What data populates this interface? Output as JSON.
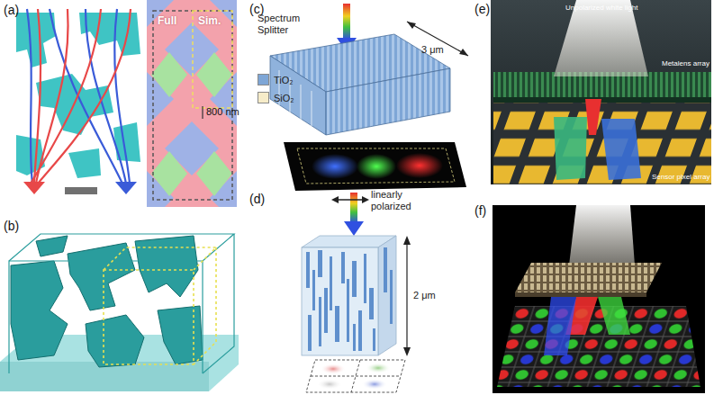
{
  "diagram": {
    "labels": [
      "(a)",
      "Full",
      "Sim.",
      "800 nm",
      "(b)",
      "(c)",
      "Spectrum Splitter",
      "3 μm",
      "(d)",
      "linearly polarized",
      "2 μm",
      "(e)",
      "Unpolarized white light",
      "Metalens array",
      "Sensor pixel array",
      "(f)"
    ],
    "legend": [
      {
        "text": "TiO₂",
        "color": "#7ea6d6"
      },
      {
        "text": "SiO₂",
        "color": "#f6ecc9"
      }
    ]
  }
}
